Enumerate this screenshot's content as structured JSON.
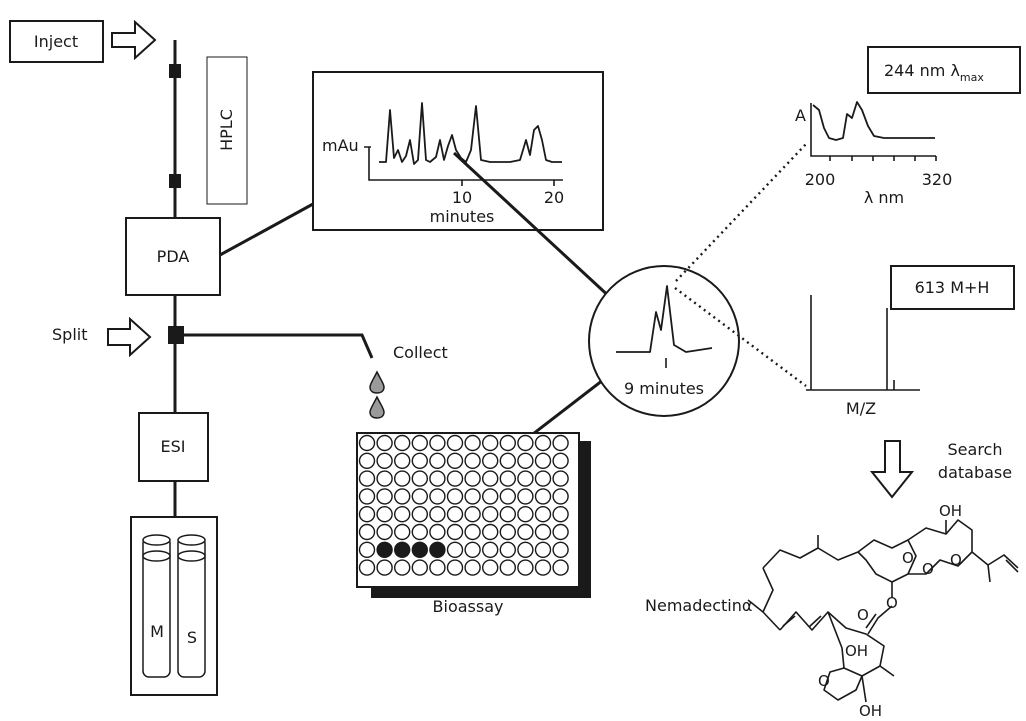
{
  "labels": {
    "inject": "Inject",
    "hplc": "HPLC",
    "pda": "PDA",
    "split": "Split",
    "esi": "ESI",
    "ms_m": "M",
    "ms_s": "S",
    "collect": "Collect",
    "bioassay": "Bioassay",
    "peak_time": "9 minutes",
    "search_line1": "Search",
    "search_line2": "database",
    "compound": "Nemadectinα"
  },
  "chromatogram": {
    "ylabel": "mAu",
    "tick_10": "10",
    "tick_20": "20",
    "xlabel": "minutes"
  },
  "uv_spectrum": {
    "ylabel": "A",
    "xmin": "200",
    "xmax": "320",
    "xlabel": "λ nm",
    "callout_value": "244 nm λ",
    "callout_sub": "max"
  },
  "mass_spectrum": {
    "xlabel": "M/Z",
    "callout": "613 M+H"
  },
  "structure": {
    "oh_top": "OH",
    "o_ring1": "O",
    "o_ring2": "O",
    "o_ring3": "O",
    "o_ester": "O",
    "o_carbonyl": "O",
    "oh_mid": "OH",
    "o_furan": "O",
    "oh_bottom": "OH"
  },
  "plate": {
    "rows": 8,
    "cols": 12,
    "filled_row": 6,
    "filled_from_col": 1,
    "filled_count": 4
  },
  "colors": {
    "ink": "#1a1a1a",
    "background": "#ffffff"
  }
}
